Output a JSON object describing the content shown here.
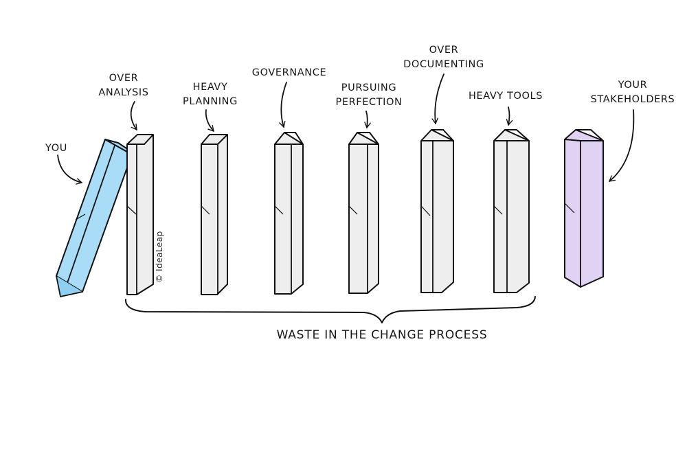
{
  "you_label": "YOU",
  "over_analysis": [
    "OVER",
    "ANALYSIS"
  ],
  "heavy_planning": [
    "HEAVY",
    "PLANNING"
  ],
  "governance": "GOVERNANCE",
  "pursuing_perfection": [
    "PURSUING",
    "PERFECTION"
  ],
  "over_documenting": [
    "OVER",
    "DOCUMENTING"
  ],
  "heavy_tools": "HEAVY TOOLS",
  "your_stakeholders": [
    "YOUR",
    "STAKEHOLDERS"
  ],
  "waste_label": "WASTE IN THE CHANGE PROCESS",
  "copyright": "© IdeaLeap",
  "colors": {
    "you_domino": "#a9dcf6",
    "you_domino_shade": "#8fd0f2",
    "stakeholder_domino": "#e0d2f2",
    "stakeholder_domino_shade": "#d5c3ec",
    "waste_domino": "#eeeeee",
    "waste_domino_shade": "#e3e3e3",
    "outline": "#111111"
  }
}
